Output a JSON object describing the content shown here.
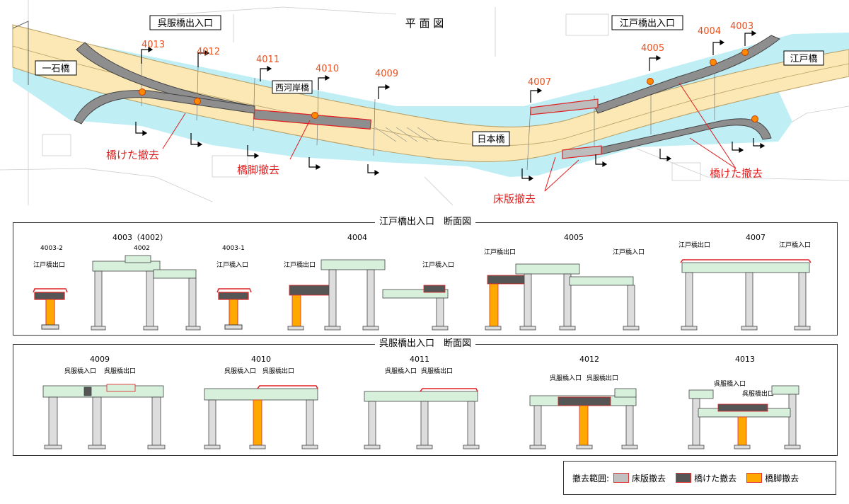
{
  "plan": {
    "title": "平 面 図",
    "labels": {
      "gofuku_exit": "呉服橋出入口",
      "edo_exit": "江戸橋出入口",
      "ichikoku": "一石橋",
      "edobashi": "江戸橋",
      "nishikashi": "西河岸橋",
      "nihonbashi": "日本橋"
    },
    "piers": [
      "4013",
      "4012",
      "4011",
      "4010",
      "4009",
      "4007",
      "4005",
      "4004",
      "4003"
    ],
    "annotations": {
      "girder_left": "橋けた撤去",
      "pier": "橋脚撤去",
      "deck": "床版撤去",
      "girder_right": "橋けた撤去"
    },
    "colors": {
      "water": "#bfeef5",
      "road": "#fbe8b4",
      "girder": "#888888",
      "pier": "#ff8a00",
      "accent": "#e8501e",
      "removal": "#e02020"
    }
  },
  "section_edo": {
    "title": "江戸橋出入口　断面図",
    "piers": [
      {
        "id": "4003-2",
        "sub": [
          "江戸橋出口"
        ]
      },
      {
        "id": "4003（4002）",
        "sub": [
          "4002"
        ]
      },
      {
        "id": "4003-1",
        "sub": [
          "江戸橋入口"
        ]
      },
      {
        "id": "4004",
        "sub": [
          "江戸橋出口",
          "江戸橋入口"
        ]
      },
      {
        "id": "4005",
        "sub": [
          "江戸橋出口",
          "江戸橋入口"
        ]
      },
      {
        "id": "4007",
        "sub": [
          "江戸橋出口",
          "江戸橋入口"
        ]
      }
    ]
  },
  "section_gofuku": {
    "title": "呉服橋出入口　断面図",
    "piers": [
      {
        "id": "4009",
        "sub": [
          "呉服橋入口",
          "呉服橋出口"
        ]
      },
      {
        "id": "4010",
        "sub": [
          "呉服橋入口",
          "呉服橋出口"
        ]
      },
      {
        "id": "4011",
        "sub": [
          "呉服橋入口",
          "呉服橋出口"
        ]
      },
      {
        "id": "4012",
        "sub": [
          "呉服橋入口",
          "呉服橋出口"
        ]
      },
      {
        "id": "4013",
        "sub": [
          "呉服橋入口",
          "呉服橋出口"
        ]
      }
    ]
  },
  "legend": {
    "label": "撤去範囲:",
    "items": [
      {
        "text": "床版撤去",
        "color": "#c0c0c0"
      },
      {
        "text": "橋けた撤去",
        "color": "#555555"
      },
      {
        "text": "橋脚撤去",
        "color": "#ffa800"
      }
    ]
  }
}
